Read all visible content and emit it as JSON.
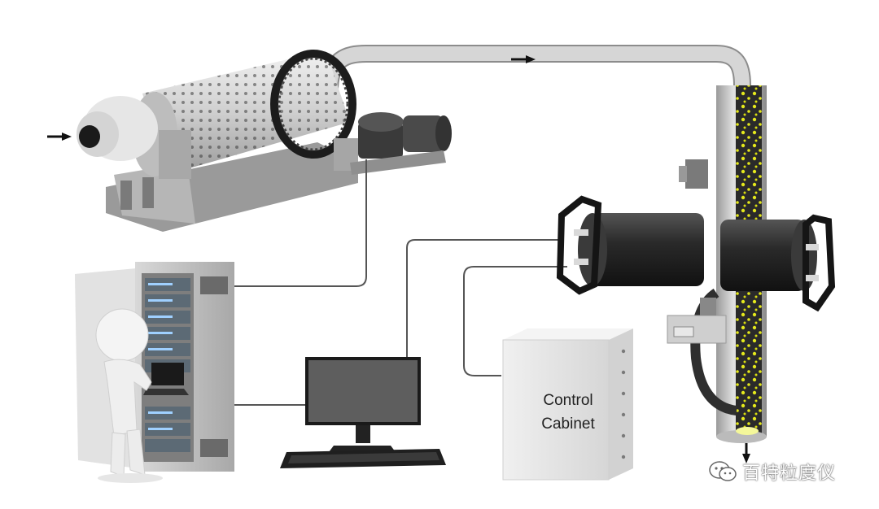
{
  "diagram": {
    "control_cabinet": {
      "line1": "Control",
      "line2": "Cabinet"
    },
    "watermark": {
      "text": "百特粒度仪",
      "icon": "wechat-icon"
    },
    "colors": {
      "pipe": "#c9c9c9",
      "cable": "#555555",
      "particles": "#e4e81c",
      "analyzer_body": "#2a2a2a"
    }
  }
}
